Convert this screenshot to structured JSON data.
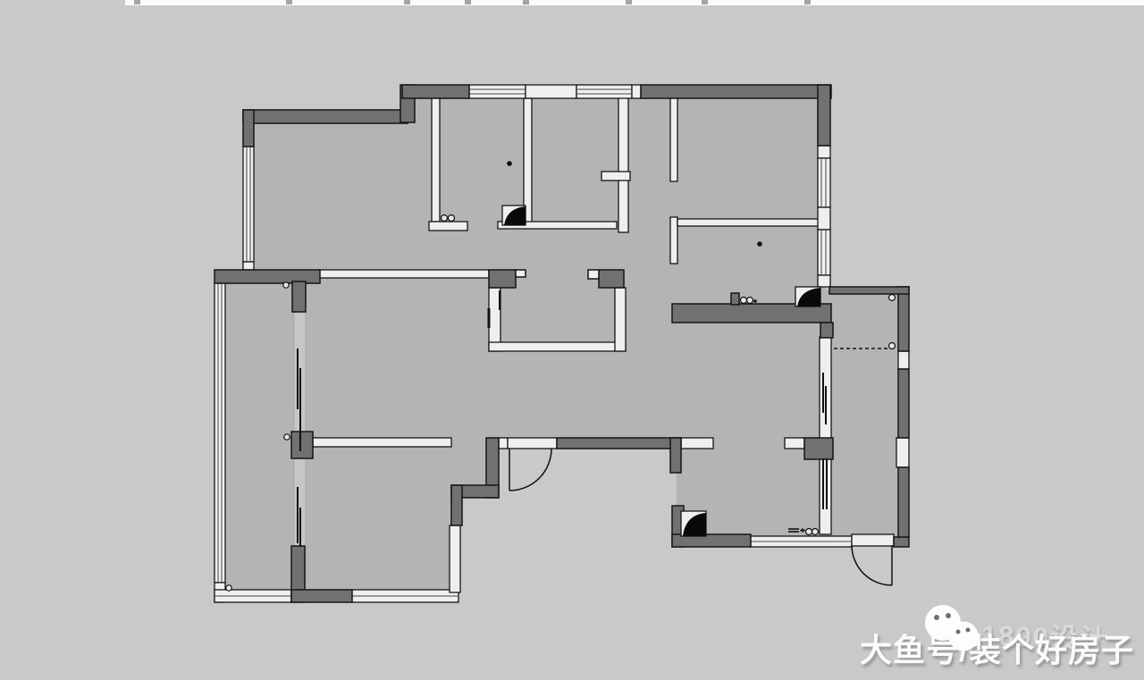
{
  "watermark": {
    "main_text": "大鱼号/装个好房子",
    "overlay_text": "1890设计",
    "logo": "two-faces-logo"
  },
  "colors": {
    "canvas": "#c9c9c9",
    "floor": "#b4b4b4",
    "wall_dark": "#717171",
    "partition_light": "#f0efed",
    "outline": "#151515",
    "watermark_white": "#fbfbfb",
    "watermark_gray": "#dcdcda"
  },
  "drawing": {
    "type": "apartment-floor-plan",
    "features": [
      "exterior-walls",
      "interior-partitions",
      "windows",
      "sliding-doors",
      "door-swing-arcs",
      "corner-column-symbols",
      "wardrobe-dashed-line",
      "hinge-circles",
      "ceiling-dots",
      "dimension-tick-remnants"
    ]
  }
}
